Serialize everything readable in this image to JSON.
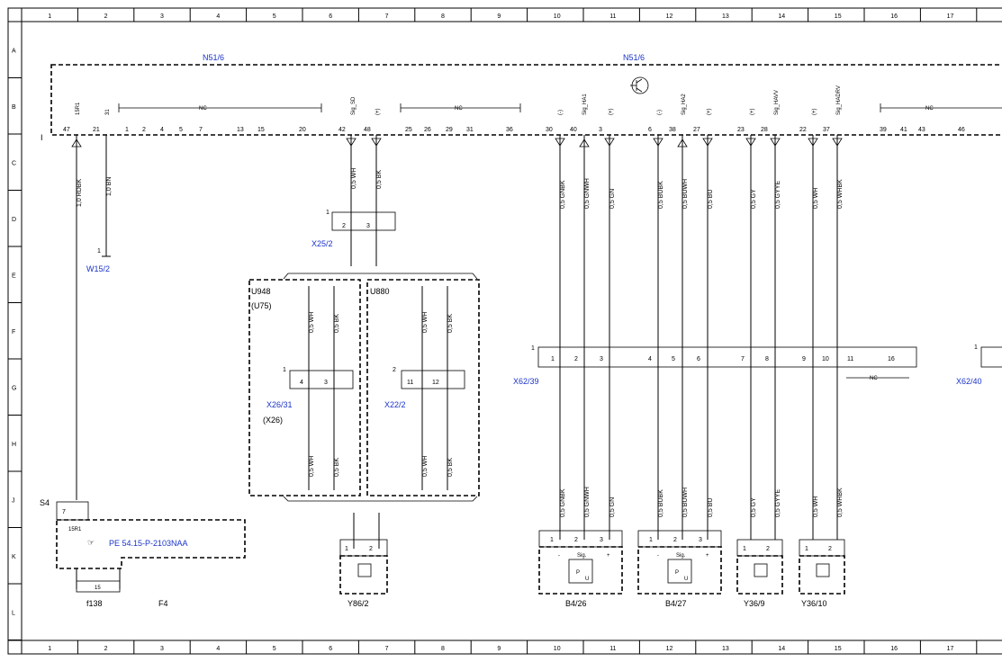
{
  "frame": {
    "columns": [
      "1",
      "2",
      "3",
      "4",
      "5",
      "6",
      "7",
      "8",
      "9",
      "10",
      "11",
      "12",
      "13",
      "14",
      "15",
      "16",
      "17"
    ],
    "rows": [
      "A",
      "B",
      "C",
      "D",
      "E",
      "F",
      "G",
      "H",
      "J",
      "K",
      "L"
    ]
  },
  "module": {
    "name": "N51/6",
    "nc": "NC",
    "pin_header": {
      "15R1": "15R1",
      "31": "31",
      "Sig_SD": "Sig_SD",
      "plus": "(+)",
      "minus": "(-)",
      "Sig_HA1": "Sig_HA1",
      "Sig_HA2": "Sig_HA2",
      "Sig_HAVV": "Sig_HAVV",
      "Sig_HADRV": "Sig_HADRV"
    },
    "pins": [
      "47",
      "21",
      "1",
      "2",
      "4",
      "5",
      "7",
      "13",
      "15",
      "20",
      "42",
      "48",
      "25",
      "26",
      "29",
      "31",
      "36",
      "30",
      "40",
      "3",
      "6",
      "38",
      "27",
      "23",
      "28",
      "22",
      "37",
      "39",
      "41",
      "43",
      "46"
    ]
  },
  "wires": {
    "w47": "1,0 RDBK",
    "w21": "1,0 BN",
    "w42": "0,5 WH",
    "w48": "0,5 BK",
    "w30": "0,5 GNBK",
    "w40": "0,5 GNWH",
    "w3": "0,5 GN",
    "w6": "0,5 BUBK",
    "w38": "0,5 BUWH",
    "w27": "0,5 BU",
    "w23": "0,5 GY",
    "w28": "0,5 GYYE",
    "w22": "0,5 WH",
    "w37": "0,5 WHBK",
    "wh": "0,5 WH",
    "bk": "0,5 BK"
  },
  "components": {
    "w15": "W15/2",
    "w15_pin": "1",
    "x25": "X25/2",
    "x25_pin": "1",
    "x25_p2": "2",
    "x25_p3": "3",
    "u948": "U948",
    "u948b": "(U75)",
    "u880": "U880",
    "x2631": "X26/31",
    "x26": "(X26)",
    "x2631_pin": "1",
    "x2631_p4": "4",
    "x2631_p3": "3",
    "x222": "X22/2",
    "x222_pin": "2",
    "x222_p11": "11",
    "x222_p12": "12",
    "x6239": "X62/39",
    "x6239_pin": "1",
    "x6240": "X62/40",
    "x6240_pin": "1",
    "x62_pins": [
      "1",
      "2",
      "3",
      "4",
      "5",
      "6",
      "7",
      "8",
      "9",
      "10",
      "11",
      "16"
    ],
    "s4": "S4",
    "s4_7": "7",
    "s4_15r1": "15R1",
    "ref": "PE 54.15-P-2103NAA",
    "f138": "f138",
    "f15": "15",
    "f4": "F4",
    "y862": "Y86/2",
    "b426": "B4/26",
    "b427": "B4/27",
    "y369": "Y36/9",
    "y3610": "Y36/10",
    "sensor_minus": "-",
    "sensor_sig": "Sig.",
    "sensor_plus": "+",
    "p": "P",
    "u": "U",
    "p1": "1",
    "p2": "2",
    "p3": "3"
  }
}
